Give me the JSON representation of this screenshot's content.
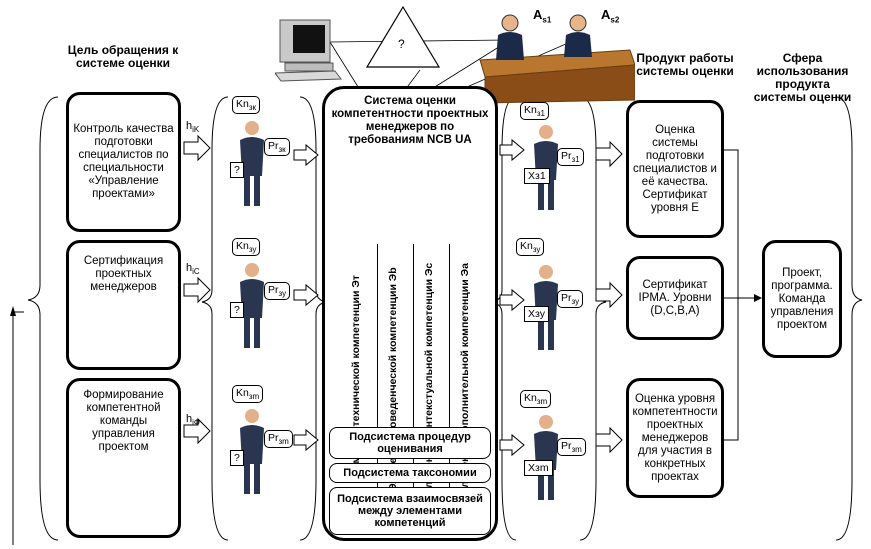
{
  "headers": {
    "goal": "Цель обращения к системе оценки",
    "product": "Продукт работы системы оценки",
    "sphere": "Сфера использования продукта системы оценки"
  },
  "assessors": {
    "a1": "A",
    "a1_sub": "s1",
    "a2": "A",
    "a2_sub": "s2",
    "question": "?"
  },
  "goals": [
    {
      "text": "Контроль качества подготовки специалистов по специальности «Управление проектами»",
      "h": "h",
      "h_sub": "iK"
    },
    {
      "text": "Сертификация проектных менеджеров",
      "h": "h",
      "h_sub": "iC"
    },
    {
      "text": "Формирование компетентной команды управления проектом",
      "h": "h",
      "h_sub": "iФ"
    }
  ],
  "candidates": [
    {
      "kn": "Kn",
      "kn_sub": "зк",
      "pr": "Pr",
      "pr_sub": "зк",
      "q": "?"
    },
    {
      "kn": "Kn",
      "kn_sub": "зу",
      "pr": "Pr",
      "pr_sub": "зу",
      "q": "?"
    },
    {
      "kn": "Kn",
      "kn_sub": "зm",
      "pr": "Pr",
      "pr_sub": "зm",
      "q": "?"
    }
  ],
  "results": [
    {
      "kn": "Kn",
      "kn_sub": "з1",
      "pr": "Pr",
      "pr_sub": "з1",
      "x": "Xз1"
    },
    {
      "kn": "Kn",
      "kn_sub": "зу",
      "pr": "Pr",
      "pr_sub": "зу",
      "x": "Xзу"
    },
    {
      "kn": "Kn",
      "kn_sub": "зm",
      "pr": "Pr",
      "pr_sub": "зm",
      "x": "Xзm"
    }
  ],
  "system": {
    "title": "Система оценки компетентности проектных менеджеров по требованиям NCB UA",
    "columns": [
      "Элементы технической компетенции Эт",
      "Элементы поведенческой компетенции Эb",
      "Элементы контекстуальной компетенции Эс",
      "Элементы дополнительной компетенции Эа"
    ],
    "sub1": "Подсистема процедур оценивания",
    "sub2": "Подсистема таксономии",
    "sub3": "Подсистема взаимосвязей между элементами компетенций"
  },
  "products": [
    "Оценка системы подготовки специалистов и её качества. Сертификат уровня Е",
    "Сертификат IPMA. Уровни (D,C,B,A)",
    "Оценка уровня компетентности проектных менеджеров для участия в конкретных проектах"
  ],
  "sphere_box": "Проект, программа. Команда управления проектом"
}
